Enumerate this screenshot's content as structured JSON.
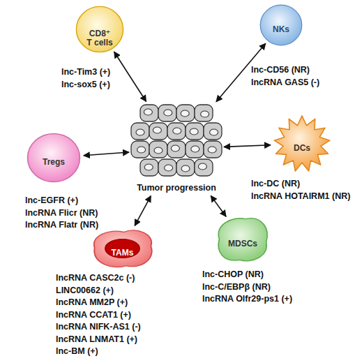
{
  "diagram": {
    "nodes": [
      {
        "text": [
          "CD8⁺ T cells",
          "lnc-Tim3 (+)",
          "lnc-sox5 (+)"
        ]
      },
      {
        "text": [
          "NKs",
          "lnc-CD56 (NR)",
          "lncRNA GAS5 (-)"
        ]
      },
      {
        "text": [
          "Tregs",
          "lnc-EGFR (+)",
          "lncRNA Flicr (NR)",
          "lncRNA Flatr (NR)"
        ]
      },
      {
        "text": [
          "Tumor progression"
        ]
      },
      {
        "text": [
          "DCs",
          "lnc-DC (NR)",
          "lncRNA HOTAIRM1 (NR)"
        ]
      },
      {
        "text": [
          "TAMs",
          "lncRNA CASC2c (-)",
          "LINC00662 (+)",
          "lncRNA MM2P (+)",
          "lncRNA CCAT1 (+)",
          "lncRNA NIFK-AS1 (-)",
          "lncRNA LNMAT1 (+)",
          "lnc-BM (+)"
        ]
      },
      {
        "text": [
          "MDSCs",
          "lnc-CHOP (NR)",
          "lnc-C/EBPβ (NR)",
          "lncRNA Olfr29-ps1 (+)"
        ]
      }
    ],
    "edges": [
      {
        "from": 0,
        "to": 3,
        "arrow": "both"
      },
      {
        "from": 1,
        "to": 3,
        "arrow": "both"
      },
      {
        "from": 2,
        "to": 3,
        "arrow": "both"
      },
      {
        "from": 4,
        "to": 3,
        "arrow": "both"
      },
      {
        "from": 5,
        "to": 3,
        "arrow": "both"
      },
      {
        "from": 6,
        "to": 3,
        "arrow": "both"
      }
    ]
  }
}
